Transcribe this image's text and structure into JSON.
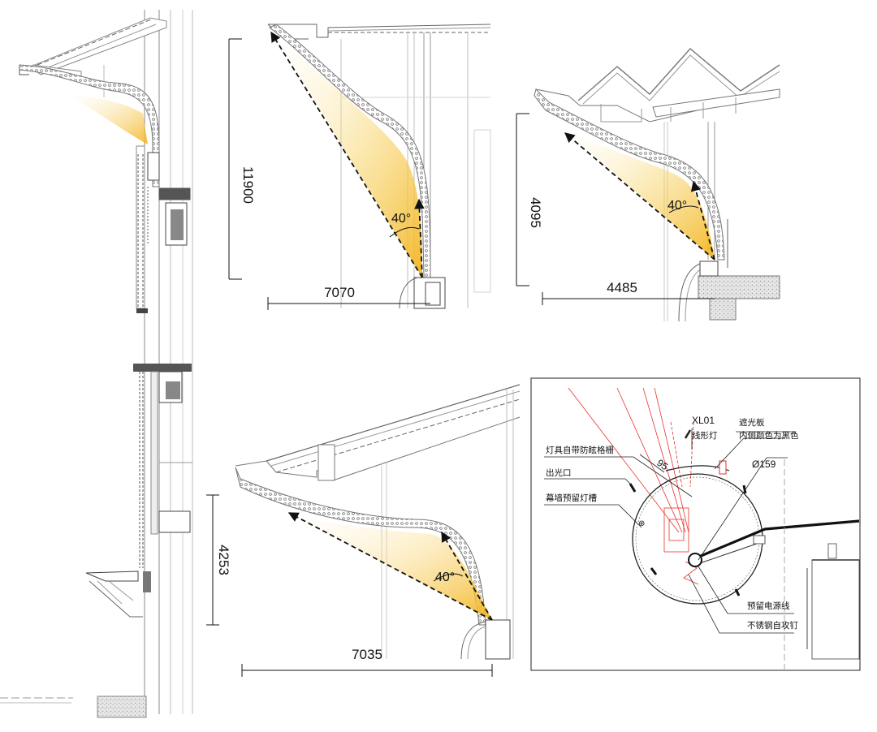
{
  "panels": {
    "upper_middle": {
      "height_dim": "11900",
      "width_dim": "7070",
      "angle": "40°"
    },
    "upper_right": {
      "height_dim": "4095",
      "width_dim": "4485",
      "angle": "40°"
    },
    "lower_middle": {
      "height_dim": "4253",
      "width_dim": "7035",
      "angle": "40°"
    }
  },
  "detail": {
    "fixture_code": "XL01",
    "fixture_type": "线形灯",
    "shade_title": "遮光板",
    "shade_note": "内侧颜色为黑色",
    "anti_glare": "灯具自带防眩格栅",
    "light_outlet": "出光口",
    "slot": "幕墙预留灯槽",
    "diameter": "Ø159",
    "offset": "95",
    "power_cable": "预留电源线",
    "screw": "不锈钢自攻钉"
  },
  "colors": {
    "beam_warm": "#f3b41e",
    "beam_light": "#fff1c8",
    "line_gray": "#8a8a8a",
    "hatch": "#6c6c6c",
    "detail_red": "#e8322c"
  }
}
